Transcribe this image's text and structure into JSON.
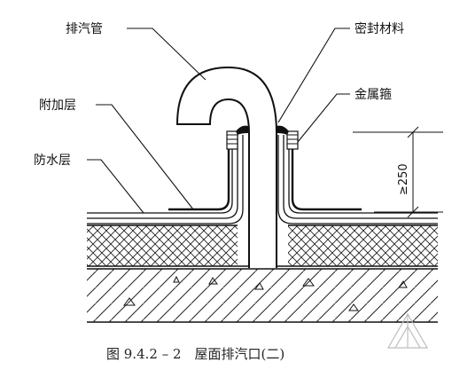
{
  "labels": {
    "exhaust_pipe": "排汽管",
    "sealing_material": "密封材料",
    "additional_layer": "附加层",
    "metal_hoop": "金属箍",
    "waterproof_layer": "防水层"
  },
  "dimension": "≥250",
  "caption": "图 9.4.2 – 2　屋面排汽口(二)"
}
